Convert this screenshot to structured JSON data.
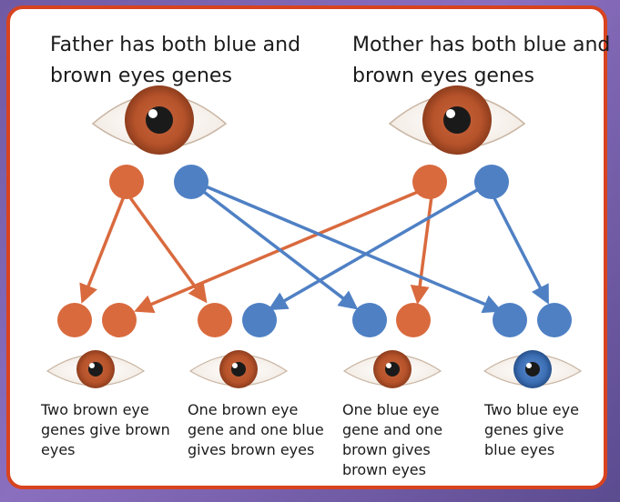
{
  "titles": {
    "father": "Father has both blue and brown eyes genes",
    "mother": "Mother has both blue and brown eyes genes"
  },
  "captions": [
    "Two brown eye genes give brown eyes",
    "One brown eye gene and one blue gives brown eyes",
    "One blue eye gene and one brown gives brown eyes",
    "Two blue eye genes give blue eyes"
  ],
  "colors": {
    "brown_gene": "#d96a3e",
    "blue_gene": "#4f80c4",
    "frame": "#d8431f",
    "iris_brown": "#b6532b",
    "iris_blue": "#3d6fb5"
  },
  "icons": {
    "eye": "eye-icon",
    "gene": "gene-circle"
  }
}
